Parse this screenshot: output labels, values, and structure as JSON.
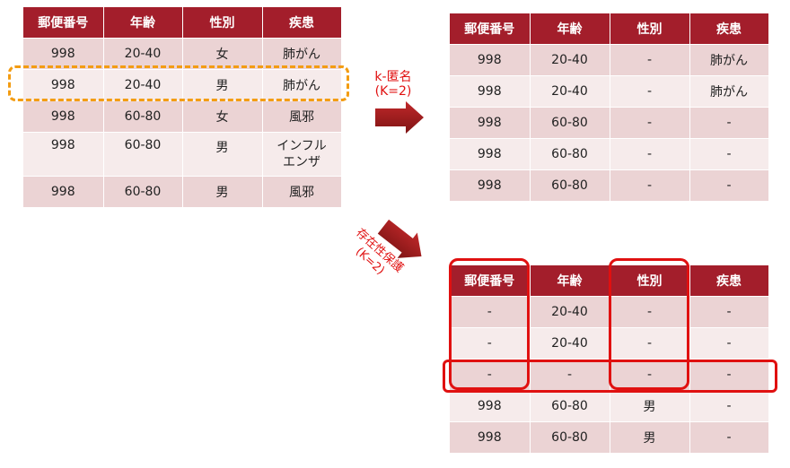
{
  "headers": [
    "郵便番号",
    "年齢",
    "性別",
    "疾患"
  ],
  "original": [
    [
      "998",
      "20-40",
      "女",
      "肺がん"
    ],
    [
      "998",
      "20-40",
      "男",
      "肺がん"
    ],
    [
      "998",
      "60-80",
      "女",
      "風邪"
    ],
    [
      "998",
      "60-80",
      "男",
      "インフル\nエンザ"
    ],
    [
      "998",
      "60-80",
      "男",
      "風邪"
    ]
  ],
  "k_anonymized": [
    [
      "998",
      "20-40",
      "-",
      "肺がん"
    ],
    [
      "998",
      "20-40",
      "-",
      "肺がん"
    ],
    [
      "998",
      "60-80",
      "-",
      "-"
    ],
    [
      "998",
      "60-80",
      "-",
      "-"
    ],
    [
      "998",
      "60-80",
      "-",
      "-"
    ]
  ],
  "existence_protected": [
    [
      "-",
      "20-40",
      "-",
      "-"
    ],
    [
      "-",
      "20-40",
      "-",
      "-"
    ],
    [
      "-",
      "-",
      "-",
      "-"
    ],
    [
      "998",
      "60-80",
      "男",
      "-"
    ],
    [
      "998",
      "60-80",
      "男",
      "-"
    ]
  ],
  "label_k_anonymity": {
    "line1": "k-匿名",
    "line2": "(K=2)"
  },
  "label_existence": {
    "line1": "存在性保護",
    "line2": "(K=2)"
  },
  "colors": {
    "header": "#a31e2b",
    "row_odd": "#ebd3d4",
    "row_even": "#f6ebeb",
    "highlight_orange": "#f39c12",
    "highlight_red": "#e01010",
    "arrow": "#b01c1c"
  }
}
